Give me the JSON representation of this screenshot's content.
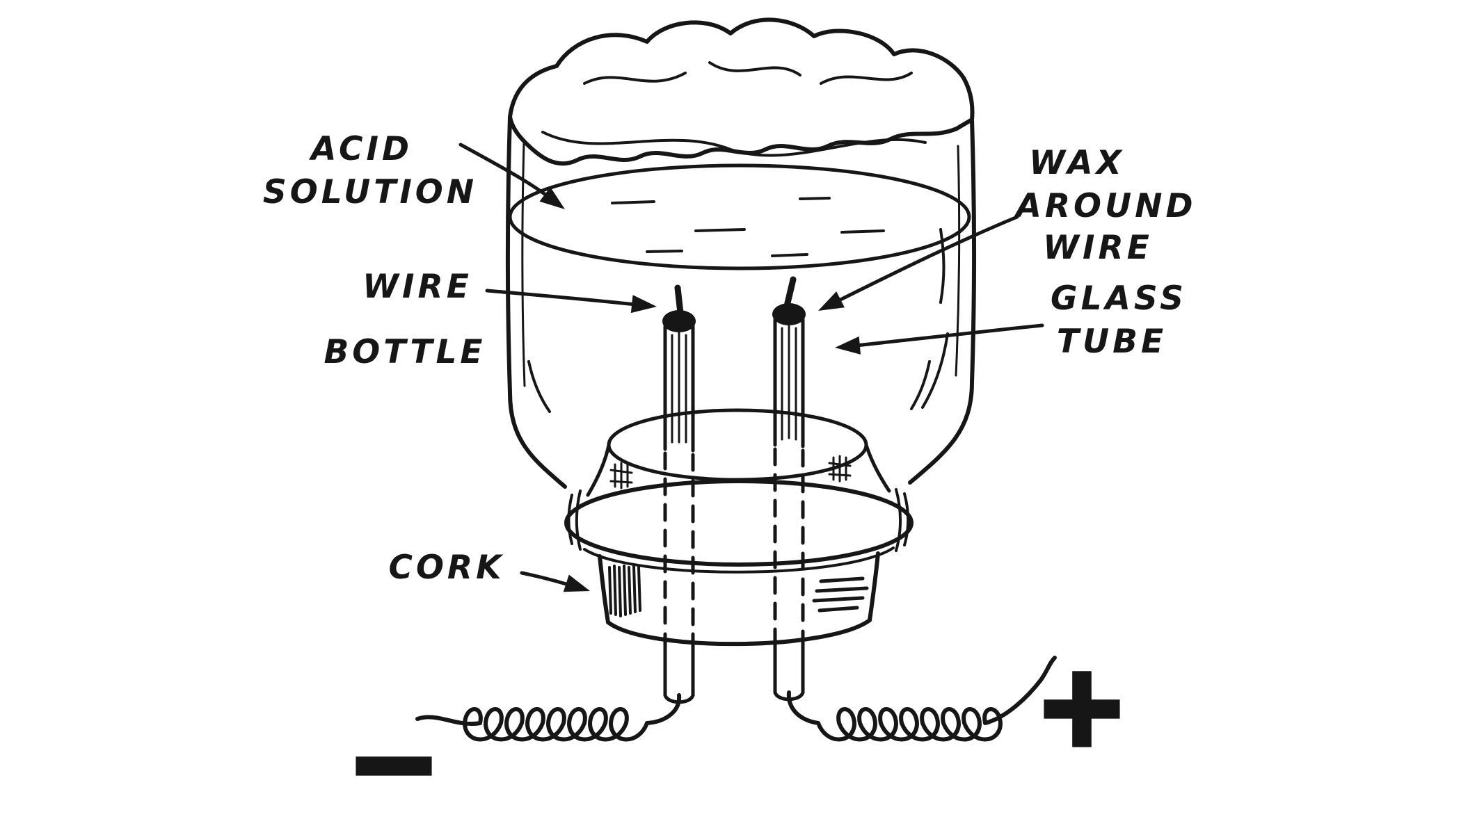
{
  "figure": {
    "background": "#ffffff",
    "ink_color": "#161616",
    "labels": {
      "acid_solution": {
        "line1": "ACID",
        "line2": "SOLUTION"
      },
      "wax_around_wire": {
        "line1": "WAX",
        "line2": "AROUND",
        "line3": "WIRE"
      },
      "wire": "WIRE",
      "bottle": "BOTTLE",
      "glass_tube": {
        "line1": "GLASS",
        "line2": "TUBE"
      },
      "cork": "CORK",
      "negative_terminal": "−",
      "positive_terminal": "+"
    }
  }
}
